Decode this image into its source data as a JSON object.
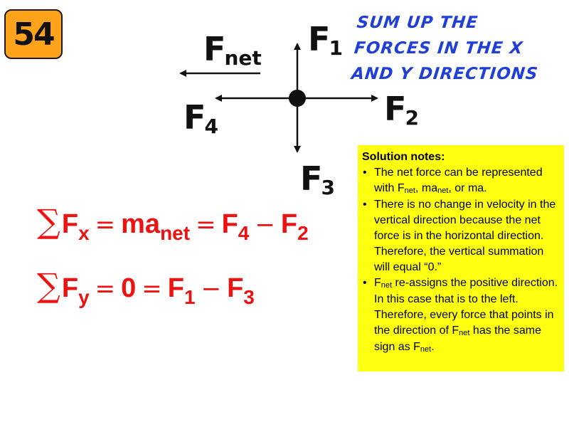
{
  "badge": {
    "number": "54",
    "color": "#ffa31a"
  },
  "heading": {
    "lines": [
      "Sum up the",
      "forces in the x",
      "and y directions"
    ],
    "color": "#1f3fd6"
  },
  "diagram": {
    "labels": {
      "fnet_base": "F",
      "fnet_sub": "net",
      "f1_base": "F",
      "f1_sub": "1",
      "f2_base": "F",
      "f2_sub": "2",
      "f3_base": "F",
      "f3_sub": "3",
      "f4_base": "F",
      "f4_sub": "4"
    }
  },
  "equations": {
    "color": "#ee1111",
    "x": {
      "sigma": "∑",
      "lhs": "F",
      "lhs_sub": "x",
      "eq1": "=",
      "mid": "ma",
      "mid_sub": "net",
      "eq2": "=",
      "t1": "F",
      "t1_sub": "4",
      "minus": "−",
      "t2": "F",
      "t2_sub": "2"
    },
    "y": {
      "sigma": "∑",
      "lhs": "F",
      "lhs_sub": "y",
      "eq1": "=",
      "mid": "0",
      "eq2": "=",
      "t1": "F",
      "t1_sub": "1",
      "minus": "−",
      "t2": "F",
      "t2_sub": "3"
    }
  },
  "notes": {
    "background": "#ffff11",
    "title": "Solution notes:",
    "b1": {
      "a": "The net force can be represented with F",
      "s1": "net",
      "b": ", ma",
      "s2": "net",
      "c": ", or ma."
    },
    "b2": "There is no change in velocity in the vertical direction because the net force is in the horizontal direction. Therefore, the vertical summation will equal “0.”",
    "b3": {
      "a": "F",
      "s1": "net",
      "b": " re-assigns the positive direction. In this case that is to the left. Therefore, every force that points in the direction of F",
      "s2": "net",
      "c": " has the same sign as F",
      "s3": "net",
      "d": "."
    }
  }
}
